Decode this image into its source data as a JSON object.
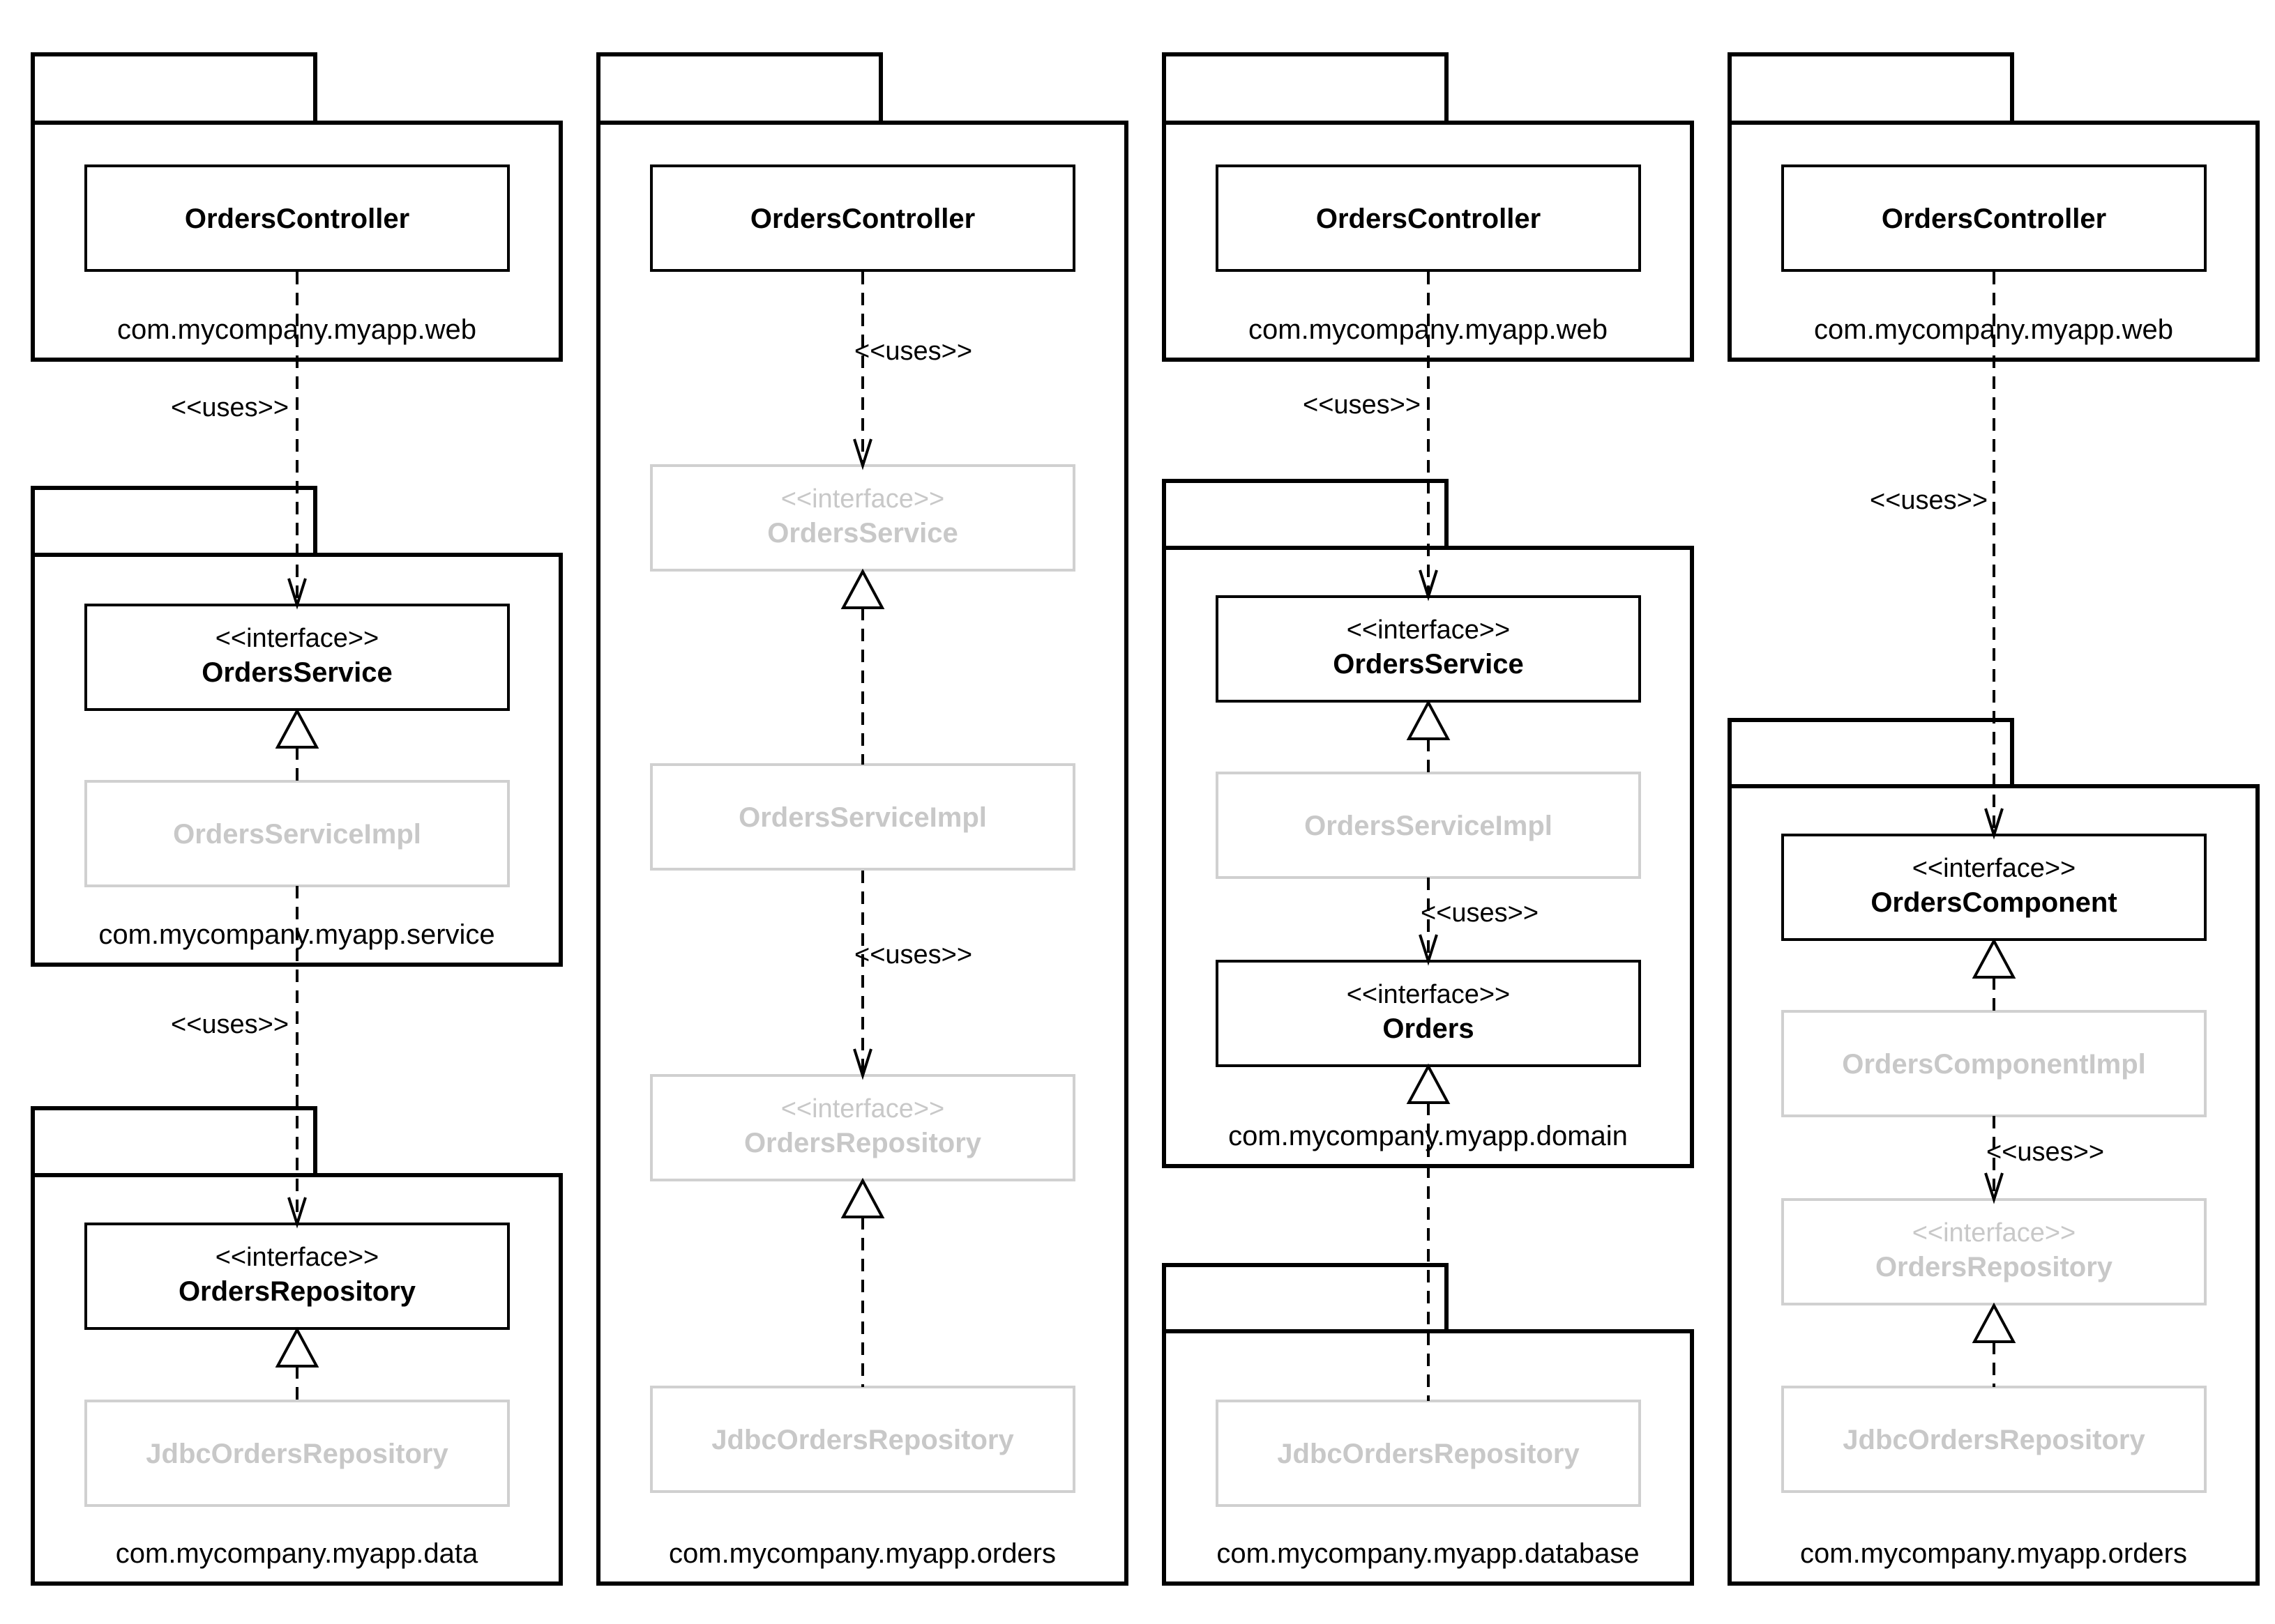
{
  "colors": {
    "line": "#000000",
    "faded_text": "#c8c8c8",
    "faded_border": "#d0d0d0",
    "background": "#ffffff"
  },
  "stereotypes": {
    "uses": "<<uses>>",
    "interface": "<<interface>>"
  },
  "columns": [
    {
      "packages": [
        {
          "name": "com.mycompany.myapp.web"
        },
        {
          "name": "com.mycompany.myapp.service"
        },
        {
          "name": "com.mycompany.myapp.data"
        }
      ],
      "classes": [
        {
          "name": "OrdersController",
          "interface": false,
          "faded": false
        },
        {
          "name": "OrdersService",
          "interface": true,
          "faded": false
        },
        {
          "name": "OrdersServiceImpl",
          "interface": false,
          "faded": true
        },
        {
          "name": "OrdersRepository",
          "interface": true,
          "faded": false
        },
        {
          "name": "JdbcOrdersRepository",
          "interface": false,
          "faded": true
        }
      ]
    },
    {
      "packages": [
        {
          "name": "com.mycompany.myapp.orders"
        }
      ],
      "classes": [
        {
          "name": "OrdersController",
          "interface": false,
          "faded": false
        },
        {
          "name": "OrdersService",
          "interface": true,
          "faded": true
        },
        {
          "name": "OrdersServiceImpl",
          "interface": false,
          "faded": true
        },
        {
          "name": "OrdersRepository",
          "interface": true,
          "faded": true
        },
        {
          "name": "JdbcOrdersRepository",
          "interface": false,
          "faded": true
        }
      ]
    },
    {
      "packages": [
        {
          "name": "com.mycompany.myapp.web"
        },
        {
          "name": "com.mycompany.myapp.domain"
        },
        {
          "name": "com.mycompany.myapp.database"
        }
      ],
      "classes": [
        {
          "name": "OrdersController",
          "interface": false,
          "faded": false
        },
        {
          "name": "OrdersService",
          "interface": true,
          "faded": false
        },
        {
          "name": "OrdersServiceImpl",
          "interface": false,
          "faded": true
        },
        {
          "name": "Orders",
          "interface": true,
          "faded": false
        },
        {
          "name": "JdbcOrdersRepository",
          "interface": false,
          "faded": true
        }
      ]
    },
    {
      "packages": [
        {
          "name": "com.mycompany.myapp.web"
        },
        {
          "name": "com.mycompany.myapp.orders"
        }
      ],
      "classes": [
        {
          "name": "OrdersController",
          "interface": false,
          "faded": false
        },
        {
          "name": "OrdersComponent",
          "interface": true,
          "faded": false
        },
        {
          "name": "OrdersComponentImpl",
          "interface": false,
          "faded": true
        },
        {
          "name": "OrdersRepository",
          "interface": true,
          "faded": true
        },
        {
          "name": "JdbcOrdersRepository",
          "interface": false,
          "faded": true
        }
      ]
    }
  ]
}
